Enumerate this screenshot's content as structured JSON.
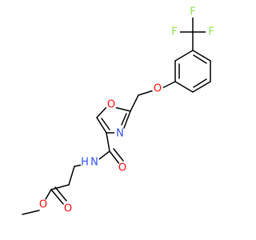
{
  "molecule": {
    "colors": {
      "bond": "#000000",
      "oxygen": "#ff0d0d",
      "nitrogen": "#3050f8",
      "fluorine": "#90e050",
      "carbon": "#000000"
    },
    "atoms": {
      "f1": "F",
      "f2": "F",
      "f3": "F",
      "o_ether": "O",
      "o_ring": "O",
      "n_ring": "N",
      "o_amide": "O",
      "n_amide": "N",
      "h_amide": "H",
      "o_ester_carbonyl": "O",
      "o_ester": "O"
    }
  }
}
